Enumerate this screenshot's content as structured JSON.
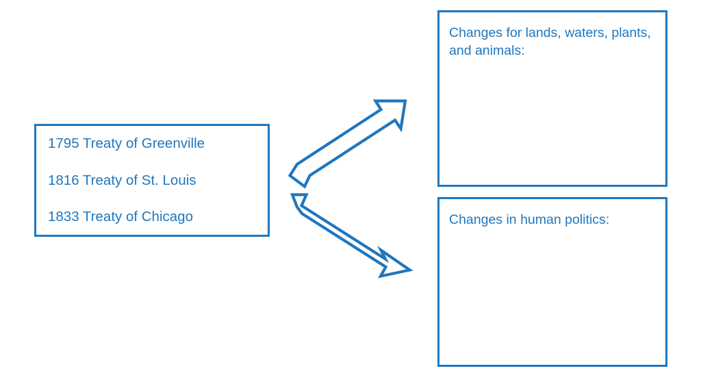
{
  "diagram": {
    "type": "flow-diagram",
    "orientation": "left-to-right, one-to-two branch",
    "accent_color": "#1f77be",
    "background_color": "#ffffff",
    "source": {
      "name": "treaties-box",
      "lines": [
        "1795 Treaty of Greenville",
        "1816 Treaty of St. Louis",
        "1833 Treaty of Chicago"
      ]
    },
    "connectors": [
      {
        "name": "arrow-to-environment",
        "icon": "arrow-up-right-icon",
        "style": "hollow-block-arrow",
        "from": "treaties-box",
        "to": "environment-box"
      },
      {
        "name": "arrow-to-politics",
        "icon": "arrow-down-right-icon",
        "style": "hollow-block-arrow",
        "from": "treaties-box",
        "to": "politics-box"
      }
    ],
    "targets": [
      {
        "name": "environment-box",
        "heading": "Changes for lands, waters, plants, and animals:",
        "body": ""
      },
      {
        "name": "politics-box",
        "heading": "Changes in human politics:",
        "body": ""
      }
    ]
  }
}
